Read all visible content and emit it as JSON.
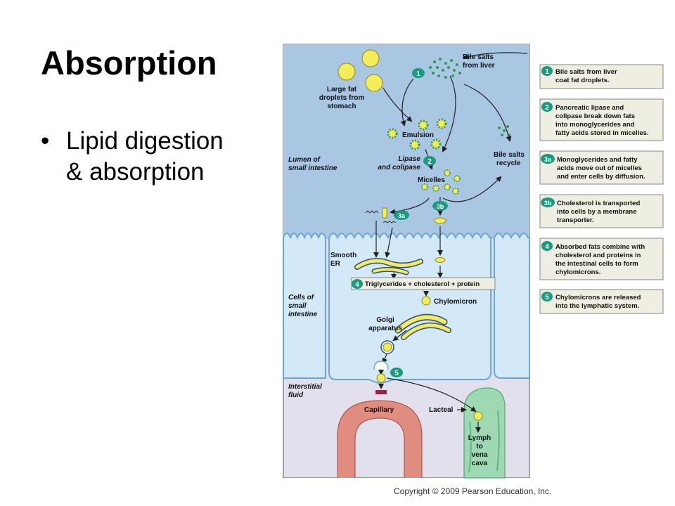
{
  "slide": {
    "title": "Absorption",
    "bullet_line1": "Lipid digestion",
    "bullet_line2": "& absorption"
  },
  "diagram": {
    "labels": {
      "bile_salts_liver_1": "Bile salts",
      "bile_salts_liver_2": "from liver",
      "large_fat_1": "Large fat",
      "large_fat_2": "droplets from",
      "large_fat_3": "stomach",
      "emulsion": "Emulsion",
      "lipase_1": "Lipase",
      "lipase_2": "and colipase",
      "micelles": "Micelles",
      "bile_recycle_1": "Bile salts",
      "bile_recycle_2": "recycle",
      "lumen_1": "Lumen of",
      "lumen_2": "small intestine",
      "smooth_er_1": "Smooth",
      "smooth_er_2": "ER",
      "triglycerides": "Triglycerides + cholesterol + protein",
      "chylomicron": "Chylomicron",
      "golgi_1": "Golgi",
      "golgi_2": "apparatus",
      "cells_1": "Cells of",
      "cells_2": "small",
      "cells_3": "intestine",
      "interstitial_1": "Interstitial",
      "interstitial_2": "fluid",
      "capillary": "Capillary",
      "lacteal": "Lacteal",
      "lymph_1": "Lymph",
      "lymph_2": "to",
      "lymph_3": "vena",
      "lymph_4": "cava"
    },
    "step_badges": {
      "s1": "1",
      "s2": "2",
      "s3a": "3a",
      "s3b": "3b",
      "s4": "4",
      "s5": "5"
    }
  },
  "legend": [
    {
      "badge": "1",
      "line1": "Bile salts from liver",
      "line2": "coat fat droplets.",
      "line3": "",
      "line4": ""
    },
    {
      "badge": "2",
      "line1": "Pancreatic lipase and",
      "line2": "colipase break down fats",
      "line3": "into monoglycerides and",
      "line4": "fatty acids stored in micelles."
    },
    {
      "badge": "3a",
      "line1": "Monoglycerides and fatty",
      "line2": "acids move out of micelles",
      "line3": "and enter cells by diffusion.",
      "line4": ""
    },
    {
      "badge": "3b",
      "line1": "Cholesterol is transported",
      "line2": "into cells by a membrane",
      "line3": "transporter.",
      "line4": ""
    },
    {
      "badge": "4",
      "line1": "Absorbed fats combine with",
      "line2": "cholesterol and proteins in",
      "line3": "the intestinal cells to form",
      "line4": "chylomicrons."
    },
    {
      "badge": "5",
      "line1": "Chylomicrons are released",
      "line2": "into the lymphatic system.",
      "line3": "",
      "line4": ""
    }
  ],
  "copyright": "Copyright © 2009 Pearson Education, Inc.",
  "colors": {
    "lumen": "#a9c6e3",
    "cell": "#d4e9f8",
    "cell_border": "#6aa6d6",
    "interstitial": "#e3e0ee",
    "badge": "#1a9a7e",
    "legend_box": "#eeeee2",
    "fat": "#f4ec5a",
    "capillary": "#e08c80",
    "lacteal": "#9fd9b4"
  }
}
